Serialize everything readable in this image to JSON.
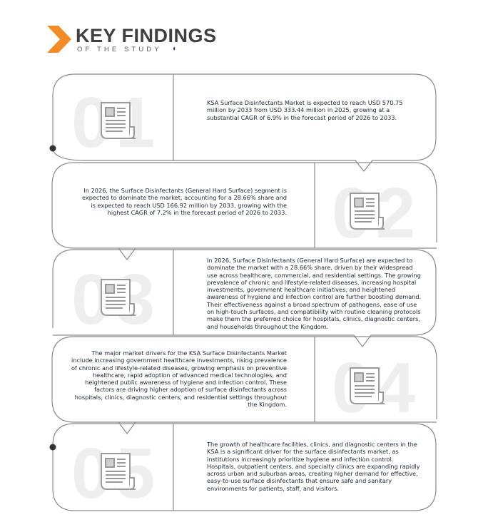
{
  "header": {
    "title": "KEY FINDINGS",
    "subtitle": "OF THE STUDY",
    "brand_color": "#f28c28"
  },
  "findings": [
    {
      "number": "01",
      "text": "KSA Surface Disinfectants Market is expected to reach USD 570.75 million by 2033 from USD  333.44 million in 2025, growing at a substantial CAGR of 6.9% in the forecast period of 2026 to 2033."
    },
    {
      "number": "02",
      "text": "In 2026, the Surface Disinfectants (General Hard Surface) segment is expected to dominate the market, accounting for a 28.66% share and is expected to reach USD 166.92 million by 2033, growing with the highest CAGR of 7.2% in the forecast period of 2026 to 2033."
    },
    {
      "number": "03",
      "text": "In 2026, Surface Disinfectants (General Hard Surface) are expected to dominate the market with a 28.66% share, driven by their widespread use across healthcare, commercial, and residential settings. The growing prevalence of chronic and lifestyle-related diseases, increasing hospital investments, government healthcare initiatives, and heightened awareness of hygiene and infection control are further boosting demand. Their effectiveness against a broad spectrum of pathogens, ease of use on high-touch surfaces, and compatibility with routine cleaning protocols make them the preferred choice for hospitals, clinics, diagnostic centers, and households throughout the Kingdom."
    },
    {
      "number": "04",
      "text": "The major market drivers for the KSA Surface Disinfectants Market include increasing government healthcare investments, rising prevalence of chronic and lifestyle-related diseases, growing emphasis on preventive healthcare, rapid adoption of advanced medical technologies, and heightened public awareness of hygiene and infection control. These factors are driving higher adoption of surface disinfectants across hospitals, clinics, diagnostic centers, and residential settings throughout the Kingdom."
    },
    {
      "number": "05",
      "text": "The growth of healthcare facilities, clinics, and diagnostic centers in the KSA is a significant driver for the surface disinfectants market, as institutions increasingly prioritize hygiene and infection control. Hospitals, outpatient centers, and specialty clinics are expanding rapidly across urban and suburban areas, creating higher demand for effective, easy-to-use surface disinfectants that ensure safe and sanitary environments for patients, staff, and visitors."
    }
  ]
}
